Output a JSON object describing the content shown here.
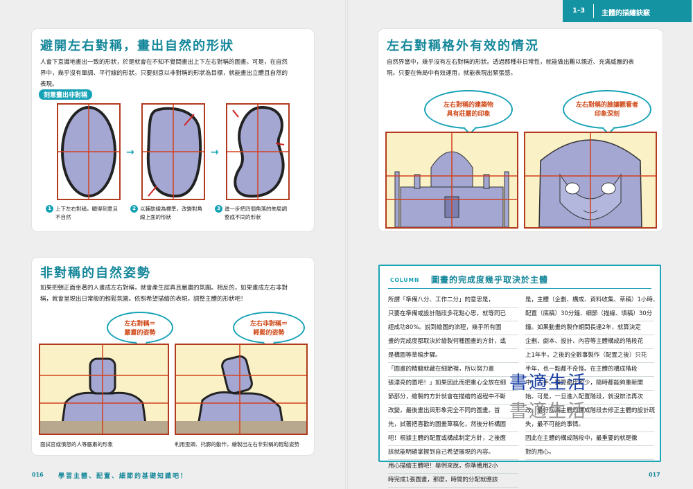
{
  "header": {
    "chapter": "1-3",
    "title": "主體的描繪訣竅"
  },
  "section1": {
    "title": "避開左右對稱，畫出自然的形狀",
    "body": [
      "人會下意識地畫出一致的形狀，於是就會在不知不覺間畫出上下左右對稱的圖畫。可是，在自然",
      "界中，幾乎沒有單調、平行線的形狀。只要刻意以非對稱的形狀為目標，就能畫出立體且自然的",
      "表現。"
    ],
    "chip": "刻意畫出非對稱",
    "steps": [
      {
        "num": "1",
        "lines": [
          "上下左右對稱，顯得刻意且",
          "不自然"
        ]
      },
      {
        "num": "2",
        "lines": [
          "以輔助線為標準，改變對角",
          "線上面的形狀"
        ]
      },
      {
        "num": "3",
        "lines": [
          "進一步把四個角落的佈局調",
          "整成不同的形狀"
        ]
      }
    ],
    "arrow": "→"
  },
  "section2": {
    "title": "左右對稱格外有效的情況",
    "body": [
      "自然界當中，幾乎沒有左右對稱的形狀。透過那種非日常性，就能做出難以親近、充滿威嚴的表",
      "現。只要在佈局中有效運用，就能表現出緊張感。"
    ],
    "bubble_left": [
      "左右對稱的建築物",
      "具有莊嚴的印象"
    ],
    "bubble_right": [
      "左右對稱的臉讓觀看者",
      "印象深刻"
    ]
  },
  "section3": {
    "title": "非對稱的自然姿勢",
    "body": [
      "如果把朝正面坐著的人畫成左右對稱，就會產生認真且嚴肅的氛圍。相反的，如果畫成左右非對",
      "稱，就會呈現出日常般的輕鬆氛圍。依照希望描繪的表現，調整主體的形狀吧！"
    ],
    "bubble_left": [
      "左右對稱＝",
      "嚴肅的姿勢"
    ],
    "bubble_right": [
      "左右非對稱＝",
      "輕鬆的姿勢"
    ],
    "caption_left": "面試官或憤怒的人等嚴肅的形象",
    "caption_right": "利用歪頭、托腮的動作，繪製出左右非對稱的輕鬆姿勢"
  },
  "column": {
    "label": "COLUMN",
    "title": "圖畫的完成度幾乎取決於主體",
    "left_lines": [
      "所謂「準備八分、工作二分」的意思是，",
      "只要在準備或設計階段多花點心思，就等同已",
      "經成功80%。說到繪圖的流程，幾乎所有圖",
      "畫的完成度都取決於繪製何種圖畫的方針，或",
      "是構圖等草稿步驟。",
      "「圖畫的精髓就藏在細節裡，所以努力畫",
      "張漂亮的圖吧！」如果因此而把重心全放在細",
      "節部分，繪製的方針就會在描繪的過程中不斷",
      "改變，最後畫出與形象完全不同的圖畫。首",
      "先，試著把喜歡的圖畫草稿化，然後分析構圖",
      "吧！根據主體的配置或構成制定方針，之後應",
      "該就能明確掌握到自己希望展現的內容。",
      "用心描繪主體吧！舉例來說，你準備用2小",
      "時完成1張圖畫，那麼，時間的分配就應該"
    ],
    "right_lines": [
      "是，主體（企劃、構成、資料收集、草稿）1小時、",
      "配置（底稿）30分鐘、細節（描線、填稿）30分",
      "鐘。如果動畫的製作期間長達2年，就算決定",
      "企劃、劇本、設計、內容等主體構成的階段花",
      "上1年半，之後的全數事製作（配置之後）只花",
      "半年，也一點都不奇怪。在主體的構成階段",
      "中，人手、預算都比較少，隨時都能夠重新開",
      "始。可是，一旦進入配置階段，就沒辦法再次",
      "改。最好回溯主體的構成階段去修正主體的設計疏",
      "失，最不可能的事情。",
      "因此在主體的構成階段中，最重要的就是徹",
      "對的用心。"
    ]
  },
  "footer": {
    "left_page": "016",
    "right_page": "017",
    "running_title": "學習主體、配置、細節的基礎知識吧！"
  },
  "watermark": {
    "line1": "書適生活",
    "line2": "書適生活"
  }
}
